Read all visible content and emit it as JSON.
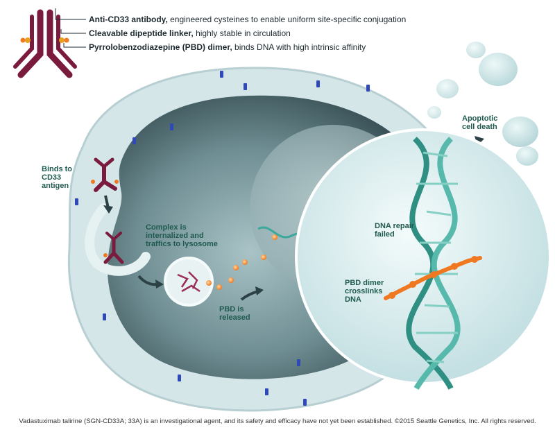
{
  "legend": [
    {
      "bold": "Anti-CD33 antibody,",
      "rest": " engineered cysteines to enable uniform site-specific conjugation"
    },
    {
      "bold": "Cleavable dipeptide linker,",
      "rest": " highly stable in circulation"
    },
    {
      "bold": "Pyrrolobenzodiazepine (PBD) dimer,",
      "rest": " binds DNA with high intrinsic affinity"
    }
  ],
  "labels": {
    "binds_line1": "Binds to",
    "binds_line2": "CD33",
    "binds_line3": "antigen",
    "complex_line1": "Complex is",
    "complex_line2": "internalized and",
    "complex_line3": "traffics to lysosome",
    "pbd_released_line1": "PBD is",
    "pbd_released_line2": "released",
    "dna_repair_line1": "DNA repair",
    "dna_repair_line2": "failed",
    "pbd_crosslinks_line1": "PBD dimer",
    "pbd_crosslinks_line2": "crosslinks",
    "pbd_crosslinks_line3": "DNA",
    "apoptotic_line1": "Apoptotic",
    "apoptotic_line2": "cell death"
  },
  "footer": "Vadastuximab talirine (SGN-CD33A; 33A) is an investigational agent, and its safety and efficacy have not yet been established. ©2015 Seattle Genetics, Inc. All rights reserved.",
  "colors": {
    "antibody": "#7a1b3e",
    "linker": "#e8a020",
    "pbd": "#f07820",
    "label": "#1f5a4f",
    "dna": "#3aa89a",
    "cell": "#cfe3e6"
  }
}
